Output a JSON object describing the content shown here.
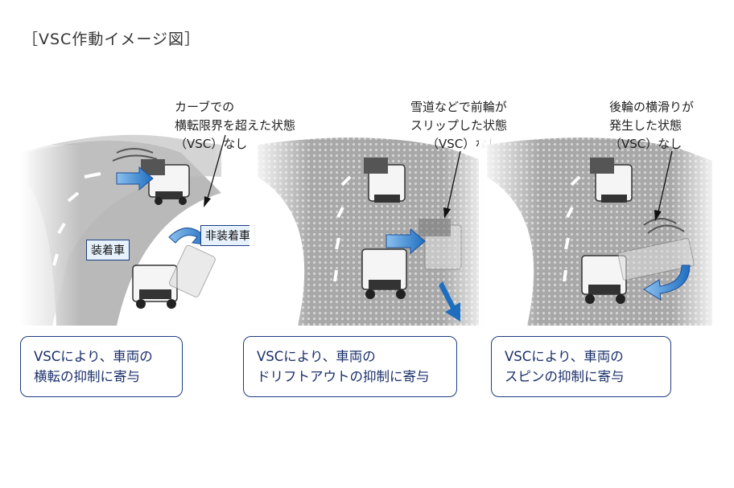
{
  "title": "［VSC作動イメージ図］",
  "panels": [
    {
      "note_lines": [
        "カーブでの",
        "横転限界を超えた状態",
        "（VSC）なし"
      ],
      "caption_lines": [
        "VSCにより、車両の",
        "横転の抑制に寄与"
      ],
      "tags": [
        "装着車",
        "非装着車"
      ]
    },
    {
      "note_lines": [
        "雪道などで前輪が",
        "スリップした状態",
        "（VSC）なし"
      ],
      "caption_lines": [
        "VSCにより、車両の",
        "ドリフトアウトの抑制に寄与"
      ]
    },
    {
      "note_lines": [
        "後輪の横滑りが",
        "発生した状態",
        "（VSC）なし"
      ],
      "caption_lines": [
        "VSCにより、車両の",
        "スピンの抑制に寄与"
      ]
    }
  ],
  "colors": {
    "accent": "#1e3c82",
    "arrow": "#2a78c8",
    "road": "#b4b4b4"
  }
}
